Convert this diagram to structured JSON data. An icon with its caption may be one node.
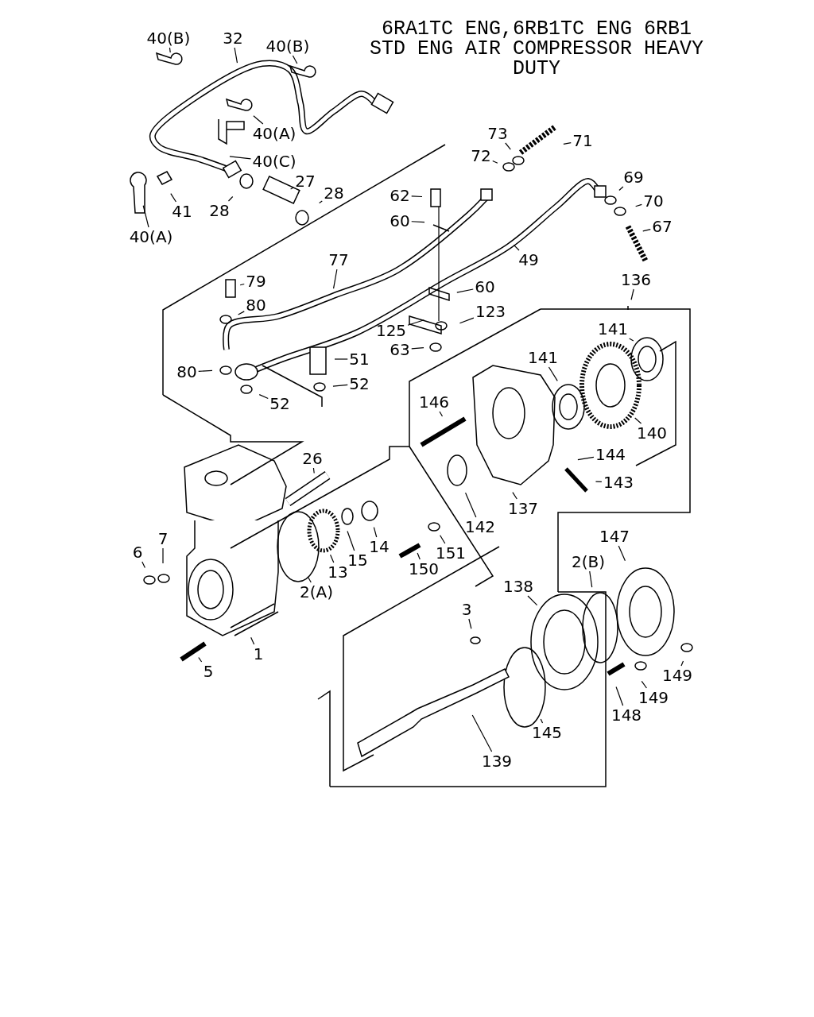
{
  "diagram": {
    "title": "6RA1TC ENG,6RB1TC ENG 6RB1 STD ENG AIR COMPRESSOR HEAVY DUTY",
    "nodes": [
      {
        "text": [
          "40(B)"
        ]
      },
      {
        "text": [
          "32"
        ]
      },
      {
        "text": [
          "40(B)"
        ]
      },
      {
        "text": [
          "40(A)"
        ]
      },
      {
        "text": [
          "40(C)"
        ]
      },
      {
        "text": [
          "27"
        ]
      },
      {
        "text": [
          "28"
        ]
      },
      {
        "text": [
          "28"
        ]
      },
      {
        "text": [
          "41"
        ]
      },
      {
        "text": [
          "40(A)"
        ]
      },
      {
        "text": [
          "73"
        ]
      },
      {
        "text": [
          "72"
        ]
      },
      {
        "text": [
          "71"
        ]
      },
      {
        "text": [
          "62"
        ]
      },
      {
        "text": [
          "60"
        ]
      },
      {
        "text": [
          "69"
        ]
      },
      {
        "text": [
          "70"
        ]
      },
      {
        "text": [
          "67"
        ]
      },
      {
        "text": [
          "49"
        ]
      },
      {
        "text": [
          "77"
        ]
      },
      {
        "text": [
          "79"
        ]
      },
      {
        "text": [
          "80"
        ]
      },
      {
        "text": [
          "60"
        ]
      },
      {
        "text": [
          "136"
        ]
      },
      {
        "text": [
          "125"
        ]
      },
      {
        "text": [
          "123"
        ]
      },
      {
        "text": [
          "141"
        ]
      },
      {
        "text": [
          "51"
        ]
      },
      {
        "text": [
          "80"
        ]
      },
      {
        "text": [
          "63"
        ]
      },
      {
        "text": [
          "141"
        ]
      },
      {
        "text": [
          "52"
        ]
      },
      {
        "text": [
          "52"
        ]
      },
      {
        "text": [
          "146"
        ]
      },
      {
        "text": [
          "140"
        ]
      },
      {
        "text": [
          "144"
        ]
      },
      {
        "text": [
          "26"
        ]
      },
      {
        "text": [
          "143"
        ]
      },
      {
        "text": [
          "137"
        ]
      },
      {
        "text": [
          "142"
        ]
      },
      {
        "text": [
          "6"
        ]
      },
      {
        "text": [
          "7"
        ]
      },
      {
        "text": [
          "13"
        ]
      },
      {
        "text": [
          "15"
        ]
      },
      {
        "text": [
          "14"
        ]
      },
      {
        "text": [
          "151"
        ]
      },
      {
        "text": [
          "150"
        ]
      },
      {
        "text": [
          "2(A)"
        ]
      },
      {
        "text": [
          "2(B)"
        ]
      },
      {
        "text": [
          "147"
        ]
      },
      {
        "text": [
          "138"
        ]
      },
      {
        "text": [
          "3"
        ]
      },
      {
        "text": [
          "1"
        ]
      },
      {
        "text": [
          "5"
        ]
      },
      {
        "text": [
          "149"
        ]
      },
      {
        "text": [
          "149"
        ]
      },
      {
        "text": [
          "148"
        ]
      },
      {
        "text": [
          "145"
        ]
      },
      {
        "text": [
          "139"
        ]
      }
    ],
    "edges": [
      {
        "from": 0,
        "to": null,
        "arrow": "none"
      },
      {
        "from": 1,
        "to": null,
        "arrow": "none"
      },
      {
        "from": 2,
        "to": null,
        "arrow": "none"
      },
      {
        "from": 3,
        "to": null,
        "arrow": "none"
      },
      {
        "from": 4,
        "to": null,
        "arrow": "none"
      },
      {
        "from": 5,
        "to": null,
        "arrow": "none"
      },
      {
        "from": 6,
        "to": null,
        "arrow": "none"
      },
      {
        "from": 7,
        "to": null,
        "arrow": "none"
      },
      {
        "from": 8,
        "to": null,
        "arrow": "none"
      },
      {
        "from": 9,
        "to": null,
        "arrow": "none"
      },
      {
        "from": 10,
        "to": null,
        "arrow": "none"
      },
      {
        "from": 11,
        "to": null,
        "arrow": "none"
      },
      {
        "from": 12,
        "to": null,
        "arrow": "none"
      },
      {
        "from": 13,
        "to": null,
        "arrow": "none"
      },
      {
        "from": 14,
        "to": null,
        "arrow": "none"
      },
      {
        "from": 15,
        "to": null,
        "arrow": "none"
      },
      {
        "from": 16,
        "to": null,
        "arrow": "none"
      },
      {
        "from": 17,
        "to": null,
        "arrow": "none"
      },
      {
        "from": 18,
        "to": null,
        "arrow": "none"
      },
      {
        "from": 19,
        "to": null,
        "arrow": "none"
      },
      {
        "from": 20,
        "to": null,
        "arrow": "none"
      },
      {
        "from": 21,
        "to": null,
        "arrow": "none"
      },
      {
        "from": 22,
        "to": null,
        "arrow": "none"
      },
      {
        "from": 23,
        "to": null,
        "arrow": "none"
      },
      {
        "from": 24,
        "to": null,
        "arrow": "none"
      },
      {
        "from": 25,
        "to": null,
        "arrow": "none"
      },
      {
        "from": 26,
        "to": null,
        "arrow": "none"
      },
      {
        "from": 27,
        "to": null,
        "arrow": "none"
      },
      {
        "from": 28,
        "to": null,
        "arrow": "none"
      },
      {
        "from": 29,
        "to": null,
        "arrow": "none"
      },
      {
        "from": 30,
        "to": null,
        "arrow": "none"
      },
      {
        "from": 31,
        "to": null,
        "arrow": "none"
      },
      {
        "from": 32,
        "to": null,
        "arrow": "none"
      },
      {
        "from": 33,
        "to": null,
        "arrow": "none"
      },
      {
        "from": 34,
        "to": null,
        "arrow": "none"
      },
      {
        "from": 35,
        "to": null,
        "arrow": "none"
      },
      {
        "from": 36,
        "to": null,
        "arrow": "none"
      },
      {
        "from": 37,
        "to": null,
        "arrow": "none"
      },
      {
        "from": 38,
        "to": null,
        "arrow": "none"
      },
      {
        "from": 39,
        "to": null,
        "arrow": "none"
      },
      {
        "from": 40,
        "to": null,
        "arrow": "none"
      },
      {
        "from": 41,
        "to": null,
        "arrow": "none"
      },
      {
        "from": 42,
        "to": null,
        "arrow": "none"
      },
      {
        "from": 43,
        "to": null,
        "arrow": "none"
      },
      {
        "from": 44,
        "to": null,
        "arrow": "none"
      },
      {
        "from": 45,
        "to": null,
        "arrow": "none"
      },
      {
        "from": 46,
        "to": null,
        "arrow": "none"
      },
      {
        "from": 47,
        "to": null,
        "arrow": "none"
      },
      {
        "from": 48,
        "to": null,
        "arrow": "none"
      },
      {
        "from": 49,
        "to": null,
        "arrow": "none"
      },
      {
        "from": 50,
        "to": null,
        "arrow": "none"
      },
      {
        "from": 51,
        "to": null,
        "arrow": "none"
      },
      {
        "from": 52,
        "to": null,
        "arrow": "none"
      },
      {
        "from": 53,
        "to": null,
        "arrow": "none"
      },
      {
        "from": 54,
        "to": null,
        "arrow": "none"
      },
      {
        "from": 55,
        "to": null,
        "arrow": "none"
      },
      {
        "from": 56,
        "to": null,
        "arrow": "none"
      },
      {
        "from": 57,
        "to": null,
        "arrow": "none"
      },
      {
        "from": 58,
        "to": null,
        "arrow": "none"
      }
    ]
  }
}
